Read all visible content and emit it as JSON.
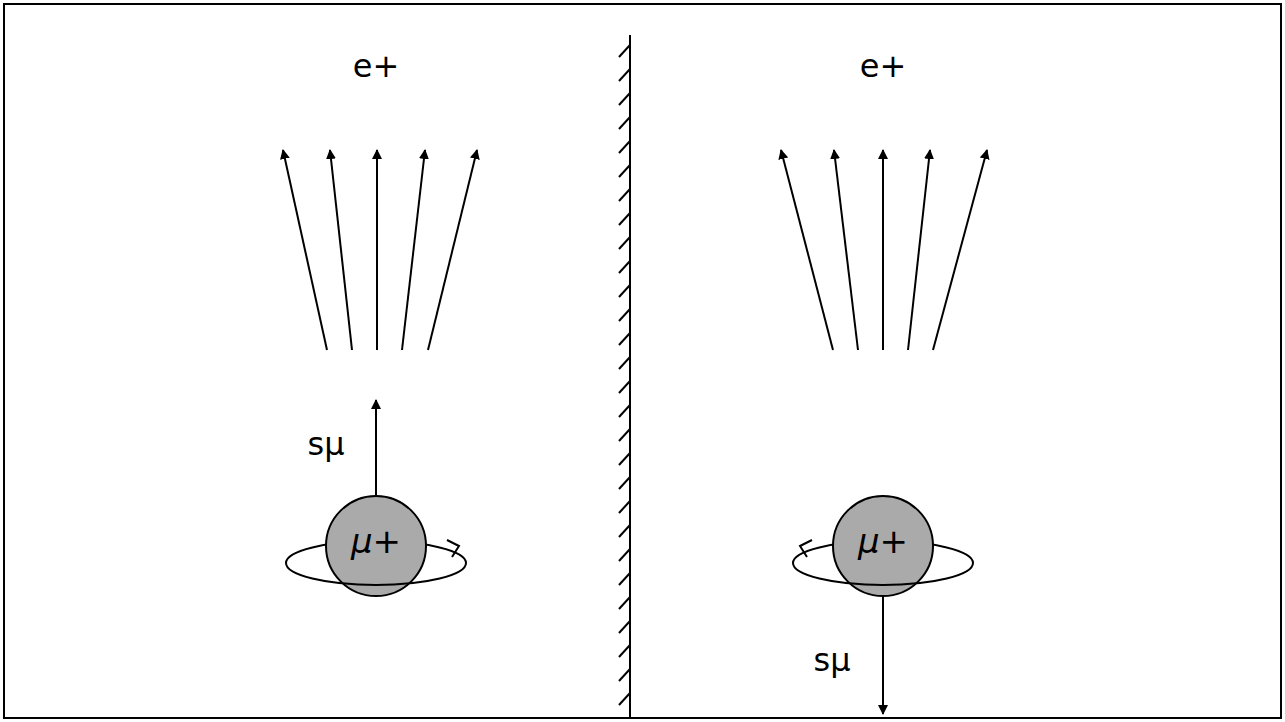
{
  "diagram": {
    "nodes": [
      {
        "text": [
          "μ+"
        ]
      },
      {
        "text": [
          "μ+"
        ]
      }
    ],
    "labels": [
      "e+",
      "sμ",
      "e+",
      "sμ"
    ]
  }
}
